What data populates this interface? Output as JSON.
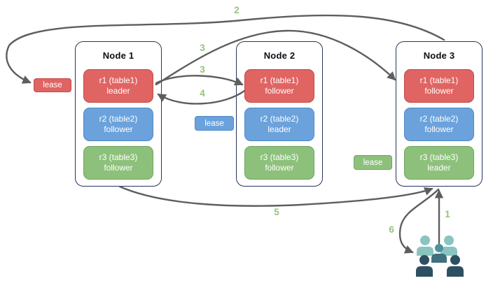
{
  "nodes": [
    {
      "title": "Node 1",
      "replicas": [
        {
          "name": "r1 (table1)",
          "role": "leader",
          "color": "red"
        },
        {
          "name": "r2 (table2)",
          "role": "follower",
          "color": "blue"
        },
        {
          "name": "r3 (table3)",
          "role": "follower",
          "color": "green"
        }
      ]
    },
    {
      "title": "Node 2",
      "replicas": [
        {
          "name": "r1 (table1)",
          "role": "follower",
          "color": "red"
        },
        {
          "name": "r2 (table2)",
          "role": "leader",
          "color": "blue"
        },
        {
          "name": "r3 (table3)",
          "role": "follower",
          "color": "green"
        }
      ]
    },
    {
      "title": "Node 3",
      "replicas": [
        {
          "name": "r1 (table1)",
          "role": "follower",
          "color": "red"
        },
        {
          "name": "r2 (table2)",
          "role": "follower",
          "color": "blue"
        },
        {
          "name": "r3 (table3)",
          "role": "leader",
          "color": "green"
        }
      ]
    }
  ],
  "leases": [
    {
      "label": "lease",
      "color": "red"
    },
    {
      "label": "lease",
      "color": "blue"
    },
    {
      "label": "lease",
      "color": "green"
    }
  ],
  "steps": {
    "s1": "1",
    "s2": "2",
    "s3a": "3",
    "s3b": "3",
    "s4": "4",
    "s5": "5",
    "s6": "6"
  },
  "icons": {
    "clients": "people-group-icon"
  },
  "colors": {
    "red_fill": "#e06462",
    "red_stroke": "#bf4b48",
    "blue_fill": "#6ba2dc",
    "blue_stroke": "#4e88c8",
    "green_fill": "#8dc17b",
    "green_stroke": "#69a75a",
    "node_border": "#24365f",
    "arrow": "#5e5e5e",
    "step_label": "#93c47d",
    "people_light": "#8ac4c0",
    "people_medium": "#4e929c",
    "people_dark": "#2d5060"
  }
}
